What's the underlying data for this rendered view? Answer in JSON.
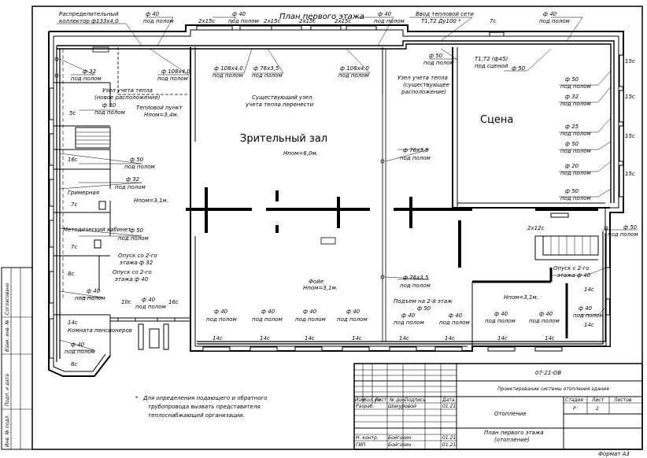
{
  "sheet": {
    "title": "План первого этажа",
    "format": "Формат А3",
    "note_star": "*",
    "note": [
      "Для определения подающего и обратного",
      "трубопровода вызвать представителя",
      "теплоснабжающей организации."
    ]
  },
  "rooms": {
    "hall": "Зрительный зал",
    "hall_h": "Hпом=6,0м.",
    "stage": "Сцена",
    "teplo_punkt": "Тепловой пункт",
    "teplo_punkt_h": "Hпом=3,4м.",
    "grimernaya": "Гримерная",
    "metod_kab": "Методический кабинет",
    "komnata": "Комната пенсионеров",
    "h31_left": "Hпом=3,1м.",
    "h31_center": "Hпом=3,1м.",
    "h31_right": "Hпом=3,1м.",
    "foye": "Фойе"
  },
  "labels": {
    "collector": [
      "Распределительный",
      "коллектор ф133х4,0"
    ],
    "vvod": [
      "Ввод тепловой сети",
      "Т1,Т2 Ду100 *"
    ],
    "uzel_new": [
      "Узел учета тепла",
      "(новое расположение)"
    ],
    "uzel_exist": [
      "Существующий узел",
      "учета тепла перенести"
    ],
    "uzel_right": [
      "Узел учета тепла",
      "(существующее",
      "расположение)"
    ],
    "t1t2": "T1,T2 (ф45)",
    "pod_schenoi": "под сценой",
    "opusk1": [
      "Опуск со 2-го",
      "этажа ф 32"
    ],
    "opusk2": [
      "Опуск со 2-го",
      "этажа ф 40"
    ],
    "opusk3": [
      "Опуск с 2-го",
      "этажа ф 40"
    ],
    "podem": "Подъем на 2-й этаж",
    "pod_polom": "под полом",
    "d108": "ф 108х4,0",
    "d76": "ф 76х3,5",
    "d50": "ф 50",
    "d40": "ф 40",
    "d32": "ф 32",
    "d25": "ф 25",
    "d20": "ф 20"
  },
  "radiators": {
    "r2x15": "2х15с",
    "r7": "7с",
    "r5": "5с",
    "r16": "16с",
    "r8": "8с",
    "r14": "14с",
    "r10": "10с",
    "r15": "15с",
    "r2x12": "2х12с"
  },
  "title_block": {
    "code": "07-21-ОВ",
    "project": "Проектирование системы отопления здания",
    "section": "Отопление",
    "sheet_name": [
      "План первого этажа",
      "(отопление)"
    ],
    "stage_h": "Стадия",
    "sheet_h": "Лист",
    "sheets_h": "Листов",
    "stage": "Р",
    "sheet_no": "2",
    "sheets": "",
    "cols": [
      "Изм.",
      "Кол.уч",
      "Лист",
      "№ док.",
      "Подпись",
      "Дата"
    ],
    "razrab": "Разраб.",
    "razrab_name": "Шакуровой",
    "razrab_date": "01.21",
    "nkontr": "Н. контр.",
    "nkontr_name": "Бойгозин",
    "nkontr_date": "01.21",
    "gip": "ГИП",
    "gip_name": "Бойгозин",
    "gip_date": "01.21"
  },
  "side_strip": [
    "Инв. № подл.",
    "Подп. и дата",
    "Взам. инв. №",
    "Согласовано"
  ]
}
